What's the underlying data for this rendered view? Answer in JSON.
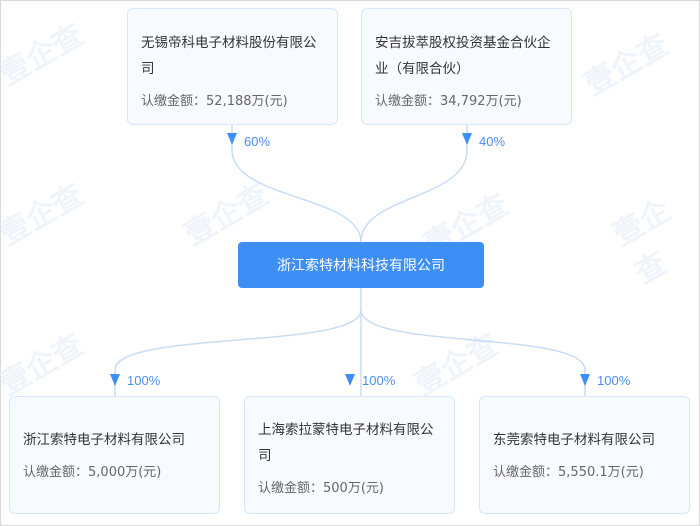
{
  "watermark": "壹企查",
  "amount_label": "认缴金额：",
  "shareholders": [
    {
      "name": "无锡帝科电子材料股份有限公司",
      "amount": "52,188万(元)",
      "percent": "60%"
    },
    {
      "name": "安吉拔萃股权投资基金合伙企业（有限合伙）",
      "amount": "34,792万(元)",
      "percent": "40%"
    }
  ],
  "company": "浙江索特材料科技有限公司",
  "subsidiaries": [
    {
      "name": "浙江索特电子材料有限公司",
      "amount": "5,000万(元)",
      "percent": "100%"
    },
    {
      "name": "上海索拉蒙特电子材料有限公司",
      "amount": "500万(元)",
      "percent": "100%"
    },
    {
      "name": "东莞索特电子材料有限公司",
      "amount": "5,550.1万(元)",
      "percent": "100%"
    }
  ],
  "colors": {
    "accent": "#3d8ff5",
    "line": "#c9dcf5"
  }
}
